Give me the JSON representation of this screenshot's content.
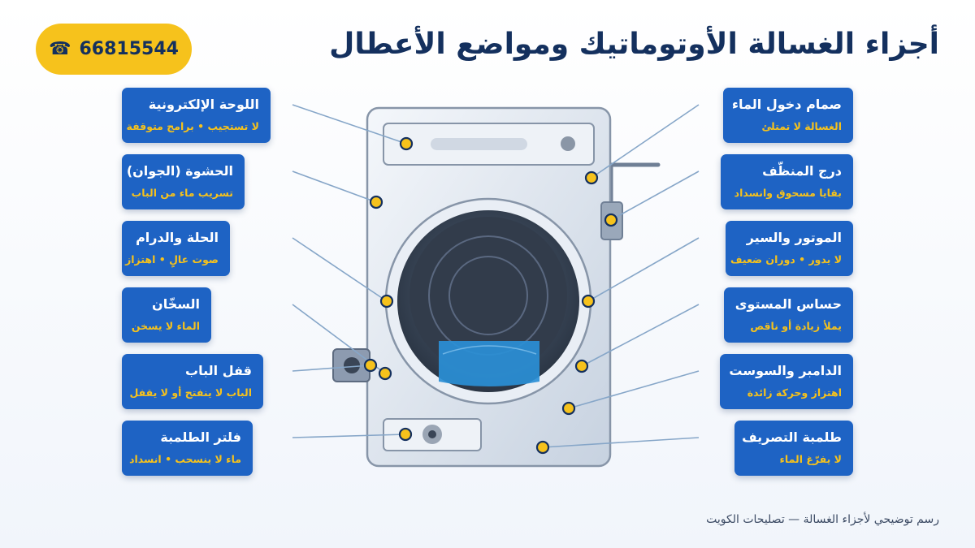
{
  "title": "أجزاء الغسالة الأوتوماتيك ومواضع الأعطال",
  "phone": {
    "icon": "phone-icon",
    "glyph": "☎",
    "number": "66815544"
  },
  "colors": {
    "card": "#1e63c4",
    "accent": "#f6c21c",
    "title": "#14305e",
    "water": "#2a8fd6"
  },
  "left_cards": [
    {
      "title": "اللوحة الإلكترونية",
      "sub": "لا تستجيب • برامج متوقفة"
    },
    {
      "title": "الحشوة (الجوان)",
      "sub": "تسريب ماء من الباب"
    },
    {
      "title": "الحلة والدرام",
      "sub": "صوت عالٍ • اهتزاز"
    },
    {
      "title": "السخّان",
      "sub": "الماء لا يسخن"
    },
    {
      "title": "قفل الباب",
      "sub": "الباب لا ينفتح أو لا يقفل"
    },
    {
      "title": "فلتر الطلمبة",
      "sub": "ماء لا ينسحب • انسداد"
    }
  ],
  "right_cards": [
    {
      "title": "صمام دخول الماء",
      "sub": "الغسالة لا تمتلئ"
    },
    {
      "title": "درج المنظّف",
      "sub": "بقايا مسحوق وانسداد"
    },
    {
      "title": "الموتور والسير",
      "sub": "لا يدور • دوران ضعيف"
    },
    {
      "title": "حساس المستوى",
      "sub": "يملأ زيادة أو ناقص"
    },
    {
      "title": "الدامبر والسوست",
      "sub": "اهتزاز وحركة زائدة"
    },
    {
      "title": "طلمبة التصريف",
      "sub": "لا يفرّغ الماء"
    }
  ],
  "footer": "رسم توضيحي لأجزاء الغسالة — تصليحات الكويت"
}
